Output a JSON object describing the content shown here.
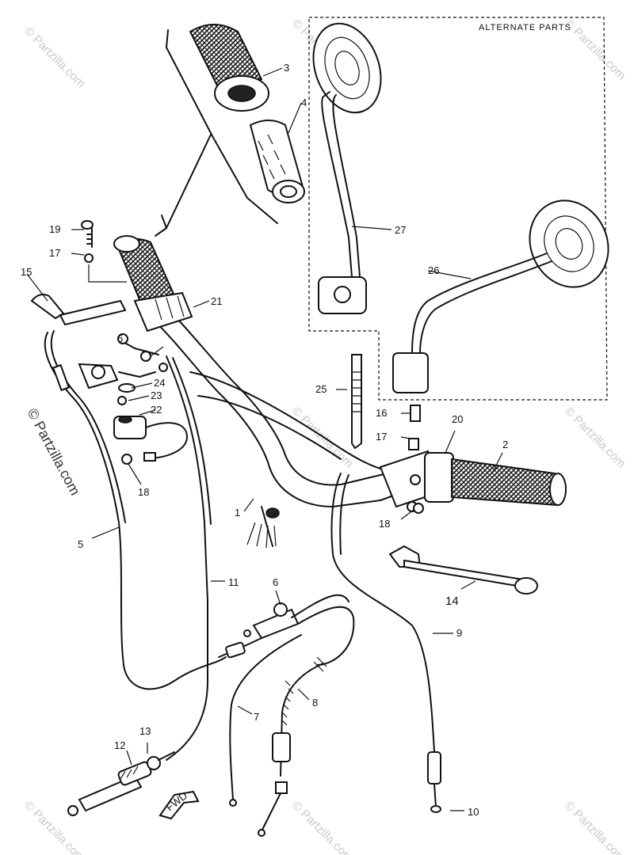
{
  "diagram": {
    "alternate_parts_label": "ALTERNATE PARTS",
    "fwd_label": "FWD",
    "watermark_main": "© Partzilla.com",
    "watermark_small": "© Partzilla.com",
    "callouts": {
      "c1": "1",
      "c2": "2",
      "c3": "3",
      "c4": "4",
      "c5": "5",
      "c6": "6",
      "c7": "7",
      "c8": "8",
      "c9": "9",
      "c10": "10",
      "c11": "11",
      "c12": "12",
      "c13": "13",
      "c14": "14",
      "c15": "15",
      "c16": "16",
      "c17a": "17",
      "c17b": "17",
      "c18a": "18",
      "c18b": "18",
      "c19": "19",
      "c20": "20",
      "c21": "21",
      "c22": "22",
      "c23": "23",
      "c24": "24",
      "c25": "25",
      "c26": "26",
      "c27": "27"
    }
  }
}
